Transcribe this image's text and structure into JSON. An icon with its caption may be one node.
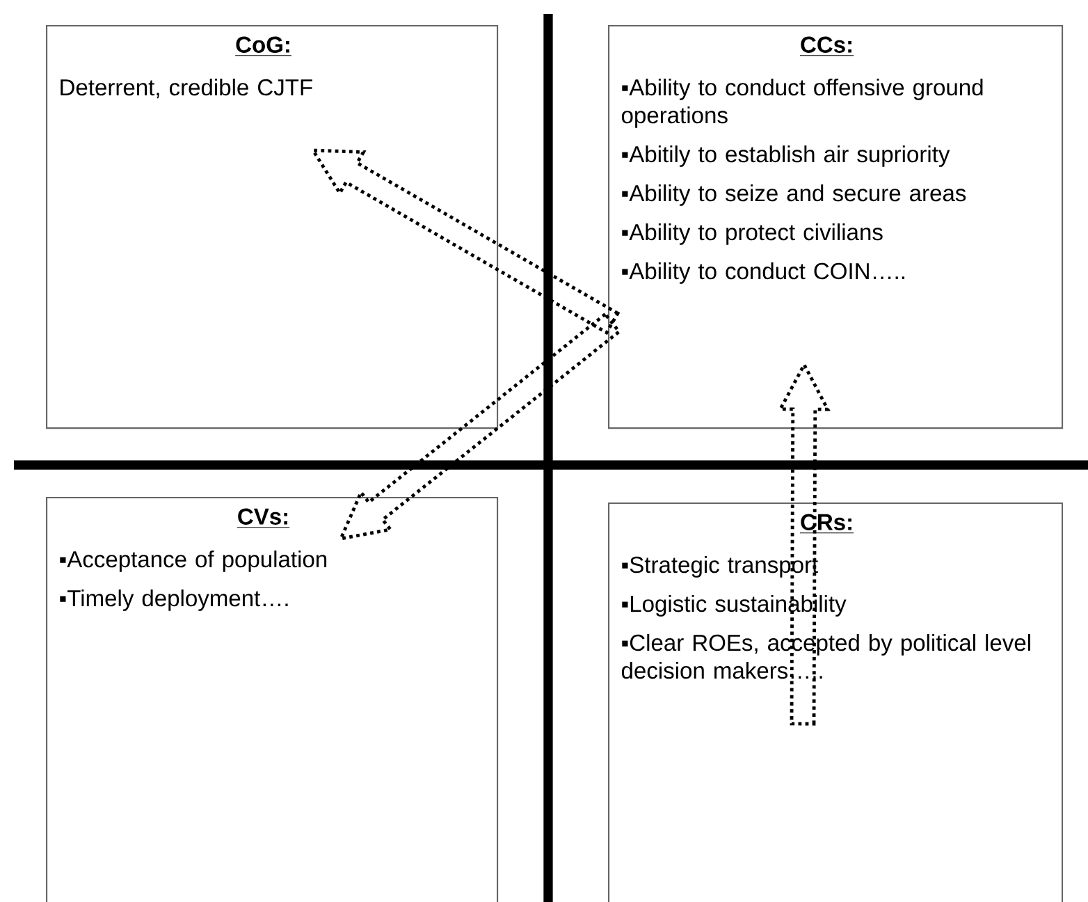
{
  "diagram": {
    "nodes": [
      {
        "text": [
          "CoG:",
          "Deterrent, credible CJTF"
        ]
      },
      {
        "text": [
          "CCs:",
          "▪Ability to conduct offensive ground operations",
          "▪Abitily to establish air supriority",
          "▪Ability to seize and secure areas",
          "▪Ability to protect civilians",
          "▪Ability to conduct COIN….."
        ]
      },
      {
        "text": [
          "CVs:",
          "▪Acceptance of population",
          "▪Timely deployment…."
        ]
      },
      {
        "text": [
          "CRs:",
          "▪Strategic transport",
          "▪Logistic sustainability",
          "▪Clear ROEs, accepted by political level decision makers….."
        ]
      }
    ],
    "edges": [
      {
        "from": 1,
        "to": 0,
        "arrow": "to"
      },
      {
        "from": 1,
        "to": 2,
        "arrow": "to"
      },
      {
        "from": 3,
        "to": 1,
        "arrow": "to"
      }
    ]
  }
}
